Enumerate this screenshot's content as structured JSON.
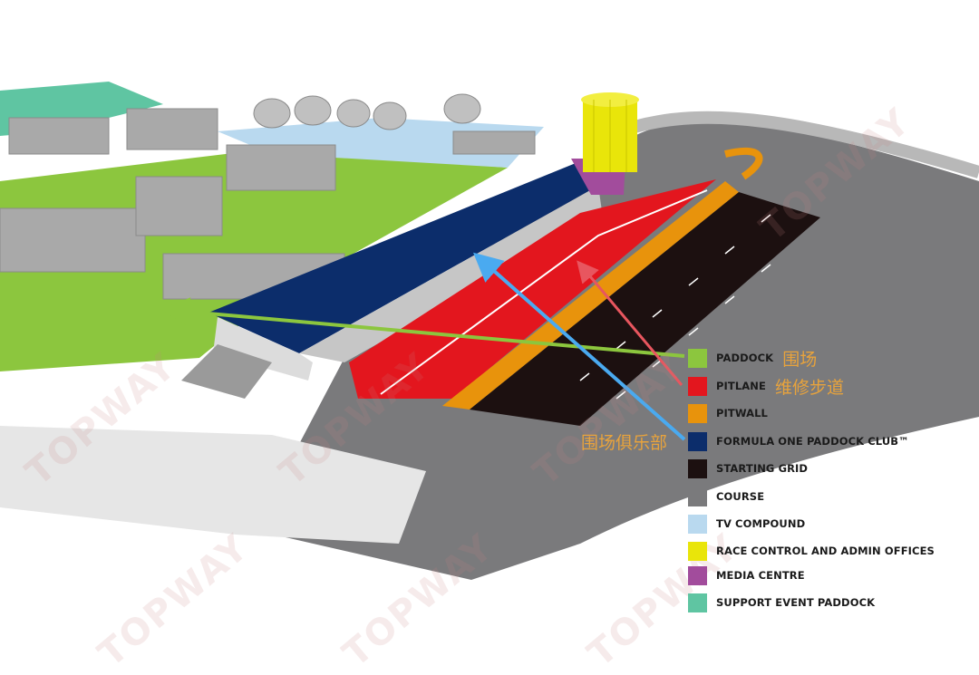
{
  "legend": {
    "items": [
      {
        "label": "PADDOCK",
        "cn": "围场",
        "color": "#8cc63e"
      },
      {
        "label": "PITLANE",
        "cn": "维修步道",
        "color": "#e3161e"
      },
      {
        "label": "PITWALL",
        "cn": "",
        "color": "#e8930c"
      },
      {
        "label": "FORMULA ONE PADDOCK CLUB™",
        "cn": "",
        "color": "#0c2d6b"
      },
      {
        "label": "STARTING GRID",
        "cn": "",
        "color": "#1c1010"
      },
      {
        "label": "COURSE",
        "cn": "",
        "color": "#7a7a7c"
      },
      {
        "label": "TV COMPOUND",
        "cn": "",
        "color": "#b9d9ef"
      },
      {
        "label": "RACE CONTROL AND ADMIN OFFICES",
        "cn": "",
        "color": "#e9e50a"
      },
      {
        "label": "MEDIA CENTRE",
        "cn": "",
        "color": "#a24c9c"
      },
      {
        "label": "SUPPORT EVENT PADDOCK",
        "cn": "",
        "color": "#5fc5a2"
      }
    ]
  },
  "callout_club_cn": "围场俱乐部",
  "watermark_text": "TOPWAY",
  "arrow_colors": {
    "paddock": "#8cc63e",
    "pitlane": "#e8565f",
    "club": "#4aaaf0"
  }
}
